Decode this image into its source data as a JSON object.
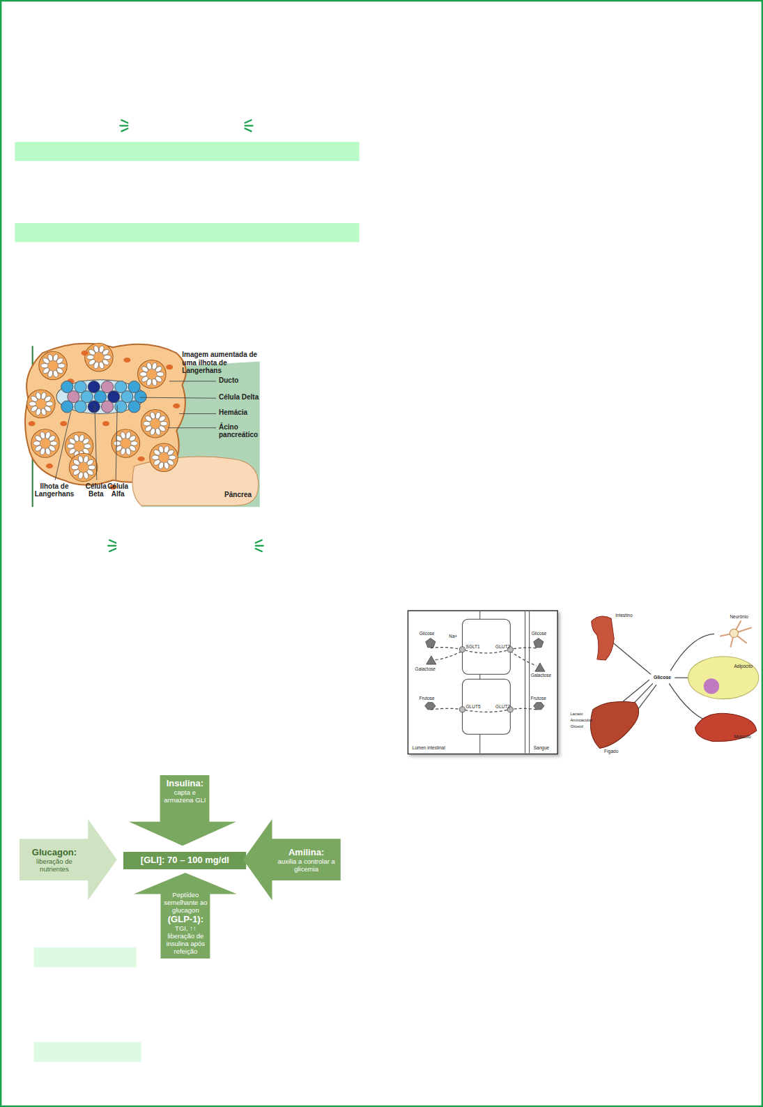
{
  "diagram": {
    "nodes": [
      {
        "text": [
          "Insulina:",
          "capta e armazena GLI"
        ]
      },
      {
        "text": [
          "Glucagon:",
          "liberação de nutrientes"
        ]
      },
      {
        "text": [
          "[GLI]: 70 – 100 mg/dl"
        ]
      },
      {
        "text": [
          "Amilina:",
          "auxilia a controlar a glicemia"
        ]
      },
      {
        "text": [
          "Peptídeo semelhante ao glucagon",
          "(GLP-1):",
          "TGI, ↑↑ liberação de insulina após refeição"
        ]
      }
    ],
    "labels": [
      "Imagem aumentada de uma ilhota de Langerhans",
      "Ducto",
      "Célula Delta",
      "Hemácia",
      "Ácino pancreático",
      "Ilhota de Langerhans",
      "Célula Beta",
      "Célula Alfa",
      "Pâncrea",
      "Glicose",
      "Na+",
      "SGLT1",
      "GLUT2",
      "Glicose",
      "Galactose",
      "Galactose",
      "Frutose",
      "GLUT5",
      "GLUT2",
      "Frutose",
      "Lúmen intestinal",
      "Sangue",
      "Intestino",
      "Neurônio",
      "Glicose",
      "Adipócito",
      "Músculo",
      "Fígado",
      "Lactato",
      "Aminoácidos",
      "Glicerol"
    ]
  }
}
